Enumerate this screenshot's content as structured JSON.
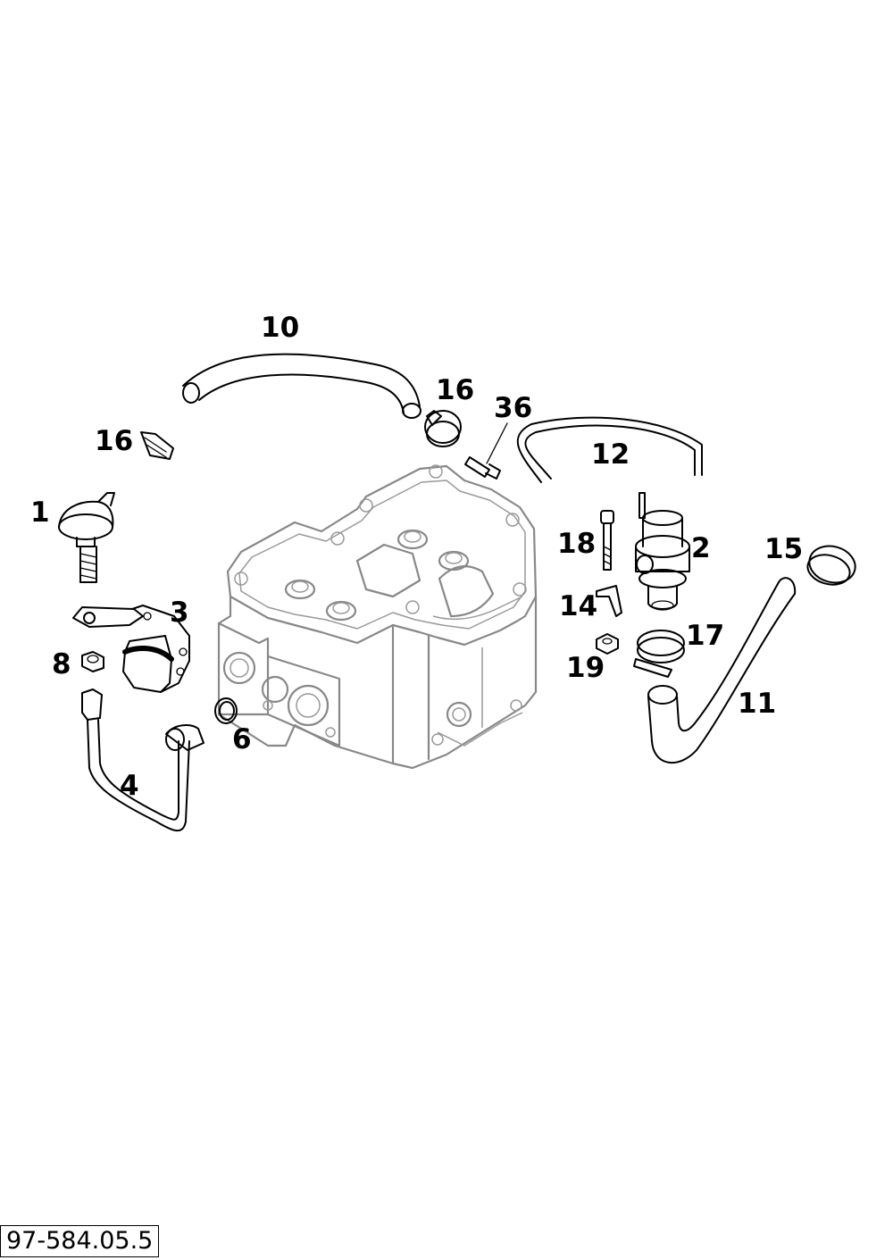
{
  "reference_code": "97-584.05.5",
  "callouts": [
    "1",
    "2",
    "3",
    "4",
    "6",
    "8",
    "10",
    "11",
    "12",
    "14",
    "15",
    "16",
    "16",
    "17",
    "18",
    "19",
    "36"
  ],
  "colors": {
    "line": "#000000",
    "head_outline": "#888888",
    "background": "#ffffff"
  }
}
